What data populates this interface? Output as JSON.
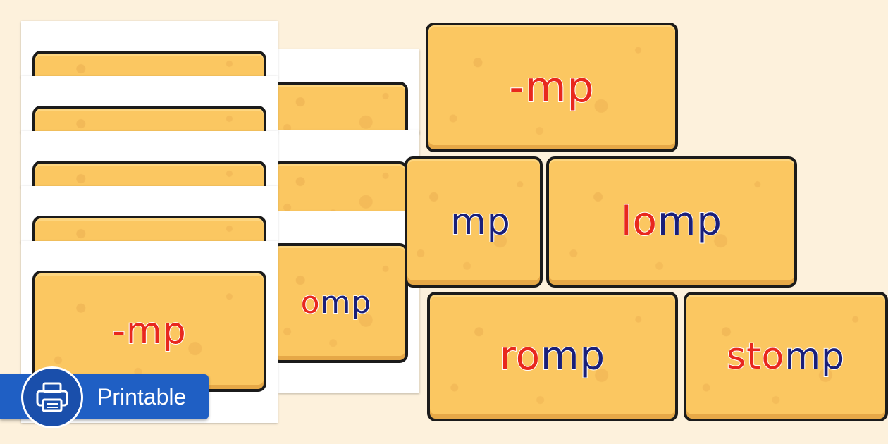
{
  "colors": {
    "background": "#fdf1dc",
    "brick": "#fbc761",
    "outline": "#1b1b1b",
    "red_letters": "#e8281e",
    "blue_letters": "#1a1f7a",
    "badge": "#1f5fc4"
  },
  "sheet_front_word": "-mp",
  "sheet_back_word_fragment": "omp",
  "cards": {
    "top": {
      "word": "-mp"
    },
    "middle_left_fragment": {
      "blue": "mp"
    },
    "middle_right": {
      "red": "lo",
      "blue": "mp"
    },
    "bottom_left": {
      "red": "ro",
      "blue": "mp"
    },
    "bottom_right": {
      "red": "sto",
      "blue": "mp"
    }
  },
  "badge": {
    "label": "Printable",
    "icon": "printer-icon"
  }
}
